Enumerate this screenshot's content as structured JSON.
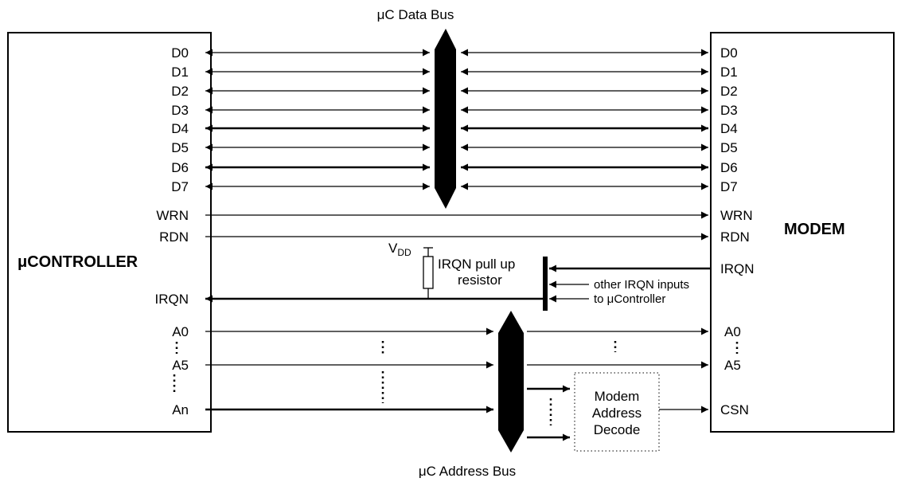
{
  "bus_labels": {
    "data_bus": "μC Data Bus",
    "address_bus": "μC Address Bus"
  },
  "controller": {
    "title": "μCONTROLLER",
    "data_pins": [
      "D0",
      "D1",
      "D2",
      "D3",
      "D4",
      "D5",
      "D6",
      "D7"
    ],
    "wrn": "WRN",
    "rdn": "RDN",
    "irqn": "IRQN",
    "a0": "A0",
    "a5": "A5",
    "an": "An"
  },
  "modem": {
    "title": "MODEM",
    "data_pins": [
      "D0",
      "D1",
      "D2",
      "D3",
      "D4",
      "D5",
      "D6",
      "D7"
    ],
    "wrn": "WRN",
    "rdn": "RDN",
    "irqn": "IRQN",
    "a0": "A0",
    "a5": "A5",
    "csn": "CSN"
  },
  "pullup": {
    "vdd": "V",
    "vdd_sub": "DD",
    "line1": "IRQN pull up",
    "line2": "resistor"
  },
  "other_irqn": {
    "line1": "other IRQN inputs",
    "line2": "to μController"
  },
  "decode": {
    "line1": "Modem",
    "line2": "Address",
    "line3": "Decode"
  }
}
